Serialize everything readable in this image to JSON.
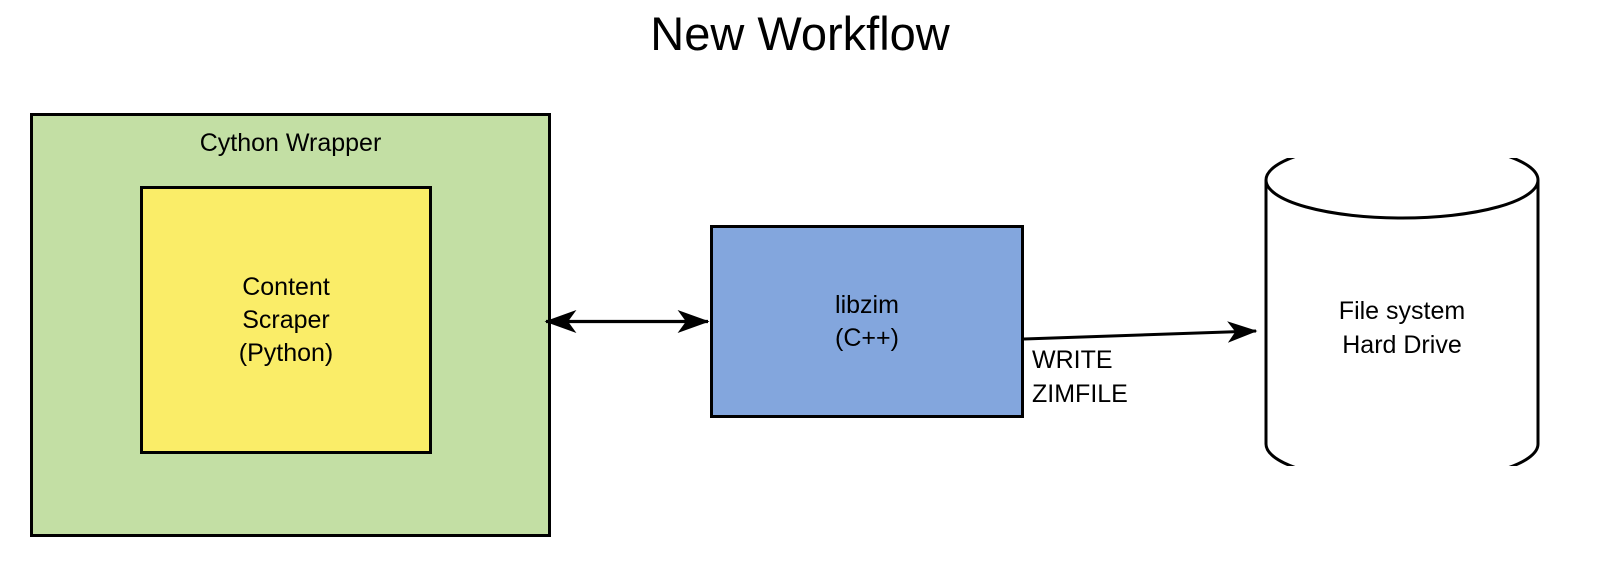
{
  "diagram": {
    "title": "New Workflow",
    "wrapper": {
      "label": "Cython Wrapper",
      "fill": "#c3dfa4",
      "stroke": "#000000"
    },
    "scraper": {
      "label": "Content\nScraper\n(Python)",
      "fill": "#faed68",
      "stroke": "#000000"
    },
    "library": {
      "label": "libzim\n(C++)",
      "fill": "#83a6dd",
      "stroke": "#000000"
    },
    "storage": {
      "label": "File system\nHard Drive",
      "fill": "#ffffff",
      "stroke": "#000000"
    },
    "connectors": {
      "scraper_to_libzim": {
        "label": "",
        "direction": "bidirectional"
      },
      "libzim_to_storage": {
        "label": "WRITE\nZIMFILE",
        "direction": "unidirectional"
      }
    },
    "background": "#ffffff"
  }
}
